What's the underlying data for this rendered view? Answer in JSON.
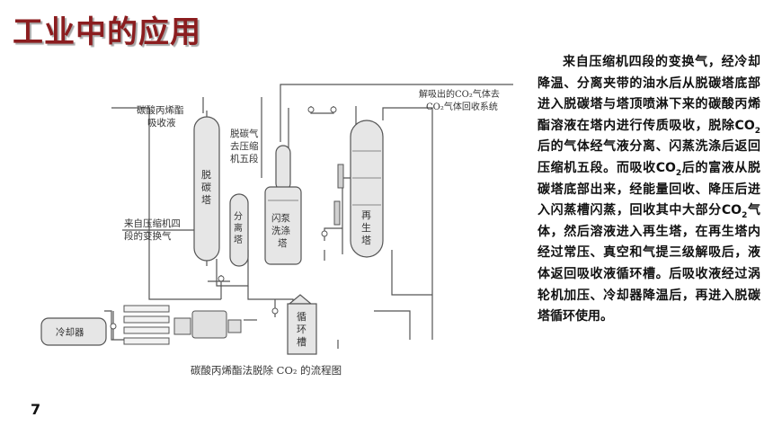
{
  "slide": {
    "title": "工业中的应用",
    "page_number": "7"
  },
  "description": {
    "p1": "来自压缩机四段的变换气，经冷却降温、分离夹带的油水后从脱碳塔底部进入脱碳塔与塔顶喷淋下来的碳酸丙烯酯溶液在塔内进行传质吸收，脱除CO",
    "sub1": "2",
    "p2": "后的气体经气液分离、闪蒸洗涤后返回压缩机五段。而吸收CO",
    "sub2": "2",
    "p3": "后的富液从脱碳塔底部出来，经能量回收、降压后进入闪蒸槽闪蒸，回收其中大部分CO",
    "sub3": "2",
    "p4": "气体，然后溶液进入再生塔，在再生塔内经过常压、真空和气提三级解吸后，液体返回吸收液循环槽。后吸收液经过涡轮机加压、冷却器降温后，再进入脱碳塔循环使用。"
  },
  "diagram": {
    "caption": "碳酸丙烯酯法脱除 CO₂ 的流程图",
    "labels": {
      "solvent_line1": "碳酸丙烯酯",
      "solvent_line2": "吸收液",
      "feed_line1": "来自压缩机四",
      "feed_line2": "段的变换气",
      "decarb_line1": "脱碳气",
      "decarb_line2": "去压缩",
      "decarb_line3": "机五段",
      "vent_line1": "解吸出的CO₂气体去",
      "vent_line2": "CO₂气体回收系统",
      "absorber_1": "脱",
      "absorber_2": "碳",
      "absorber_3": "塔",
      "separator_1": "分",
      "separator_2": "离",
      "separator_3": "塔",
      "flash_1": "闪泵",
      "flash_2": "洗涤",
      "flash_3": "塔",
      "regen_1": "再",
      "regen_2": "生",
      "regen_3": "塔",
      "tank_1": "循",
      "tank_2": "环",
      "tank_3": "槽",
      "cooler": "冷却器"
    }
  }
}
